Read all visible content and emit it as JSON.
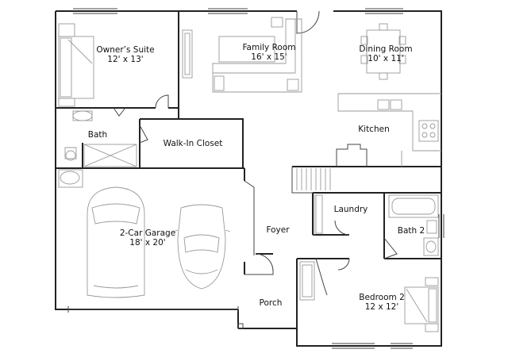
{
  "rooms": {
    "owners_suite": {
      "name": "Owner’s Suite",
      "size": "12' x 13'"
    },
    "family_room": {
      "name": "Family Room",
      "size": "16' x 15'"
    },
    "dining_room": {
      "name": "Dining Room",
      "size": "10' x 11'"
    },
    "bath": {
      "name": "Bath"
    },
    "walk_in_closet": {
      "name": "Walk-In Closet"
    },
    "kitchen": {
      "name": "Kitchen"
    },
    "garage": {
      "name": "2-Car Garage",
      "size": "18' x 20'"
    },
    "foyer": {
      "name": "Foyer"
    },
    "laundry": {
      "name": "Laundry"
    },
    "bath2": {
      "name": "Bath 2"
    },
    "porch": {
      "name": "Porch"
    },
    "bedroom2": {
      "name": "Bedroom 2",
      "size": "12 x 12'"
    }
  }
}
